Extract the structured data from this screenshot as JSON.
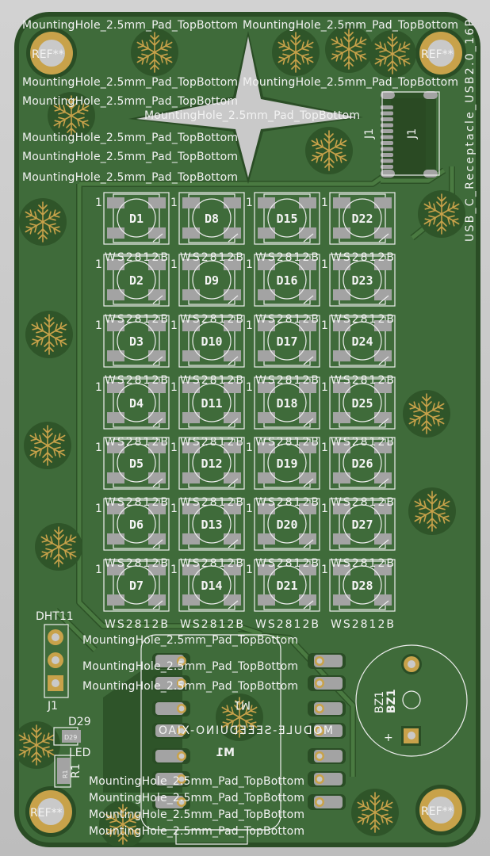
{
  "board": {
    "colors": {
      "background": "#c9c9c9",
      "soldermask": "#3f6b3a",
      "copper_edge": "#2a4d25",
      "pad_gold": "#c8a24a",
      "pad_silver": "#a3a3a3",
      "silkscreen": "#f2f2f2"
    }
  },
  "silkscreen_labels": [
    "MountingHole_2.5mm_Pad_TopBottom",
    "MountingHole_2.5mm_Pad_TopBottom",
    "MountingHole_2.5mm_Pad_TopBottom",
    "MountingHole_2.5mm_Pad_TopBottom",
    "MountingHole_2.5mm_Pad_TopBottom",
    "MountingHole_2.5mm_Pad_TopBottom",
    "MountingHole_2.5mm_Pad_TopBottom",
    "MountingHole_2.5mm_Pad_TopBottom",
    "MountingHole_2.5mm_Pad_TopBottom",
    "MountingHole_2.5mm_Pad_TopBottom",
    "MountingHole_2.5mm_Pad_TopBottom",
    "MountingHole_2.5mm_Pad_TopBottom",
    "MountingHole_2.5mm_Pad_TopBottom",
    "MountingHole_2.5mm_Pad_TopBottom",
    "MountingHole_2.5mm_Pad_TopBottom",
    "MountingHole_2.5mm_Pad_TopBottom"
  ],
  "mounting_hole_ref": "REF**",
  "usb": {
    "ref": "J1",
    "value": "USB_C_Receptacle_USB2.0_16P"
  },
  "leds": [
    {
      "ref": "D1",
      "value": "WS2812B"
    },
    {
      "ref": "D2",
      "value": "WS2812B"
    },
    {
      "ref": "D3",
      "value": "WS2812B"
    },
    {
      "ref": "D4",
      "value": "WS2812B"
    },
    {
      "ref": "D5",
      "value": "WS2812B"
    },
    {
      "ref": "D6",
      "value": "WS2812B"
    },
    {
      "ref": "D7",
      "value": "WS2812B"
    },
    {
      "ref": "D8",
      "value": "WS2812B"
    },
    {
      "ref": "D9",
      "value": "WS2812B"
    },
    {
      "ref": "D10",
      "value": "WS2812B"
    },
    {
      "ref": "D11",
      "value": "WS2812B"
    },
    {
      "ref": "D12",
      "value": "WS2812B"
    },
    {
      "ref": "D13",
      "value": "WS2812B"
    },
    {
      "ref": "D14",
      "value": "WS2812B"
    },
    {
      "ref": "D15",
      "value": "WS2812B"
    },
    {
      "ref": "D16",
      "value": "WS2812B"
    },
    {
      "ref": "D17",
      "value": "WS2812B"
    },
    {
      "ref": "D18",
      "value": "WS2812B"
    },
    {
      "ref": "D19",
      "value": "WS2812B"
    },
    {
      "ref": "D20",
      "value": "WS2812B"
    },
    {
      "ref": "D21",
      "value": "WS2812B"
    },
    {
      "ref": "D22",
      "value": "WS2812B"
    },
    {
      "ref": "D23",
      "value": "WS2812B"
    },
    {
      "ref": "D24",
      "value": "WS2812B"
    },
    {
      "ref": "D25",
      "value": "WS2812B"
    },
    {
      "ref": "D26",
      "value": "WS2812B"
    },
    {
      "ref": "D27",
      "value": "WS2812B"
    },
    {
      "ref": "D28",
      "value": "WS2812B"
    }
  ],
  "pin1_marker": "1",
  "dht": {
    "value": "DHT11",
    "ref": "J1"
  },
  "status_led": {
    "ref": "D29",
    "value": "LED",
    "fab_ref": "D29"
  },
  "resistor": {
    "ref": "R1",
    "fab_ref": "R1"
  },
  "buzzer": {
    "ref": "BZ1",
    "fab_ref": "BZ1",
    "plus": "+"
  },
  "module": {
    "ref": "M1",
    "ref_back": "M1",
    "value": "MODULE-SEEEDUINO-XIAO"
  },
  "decorations": {
    "star": "four-point-star-cutout",
    "snowflake": "snowflake-icon"
  }
}
